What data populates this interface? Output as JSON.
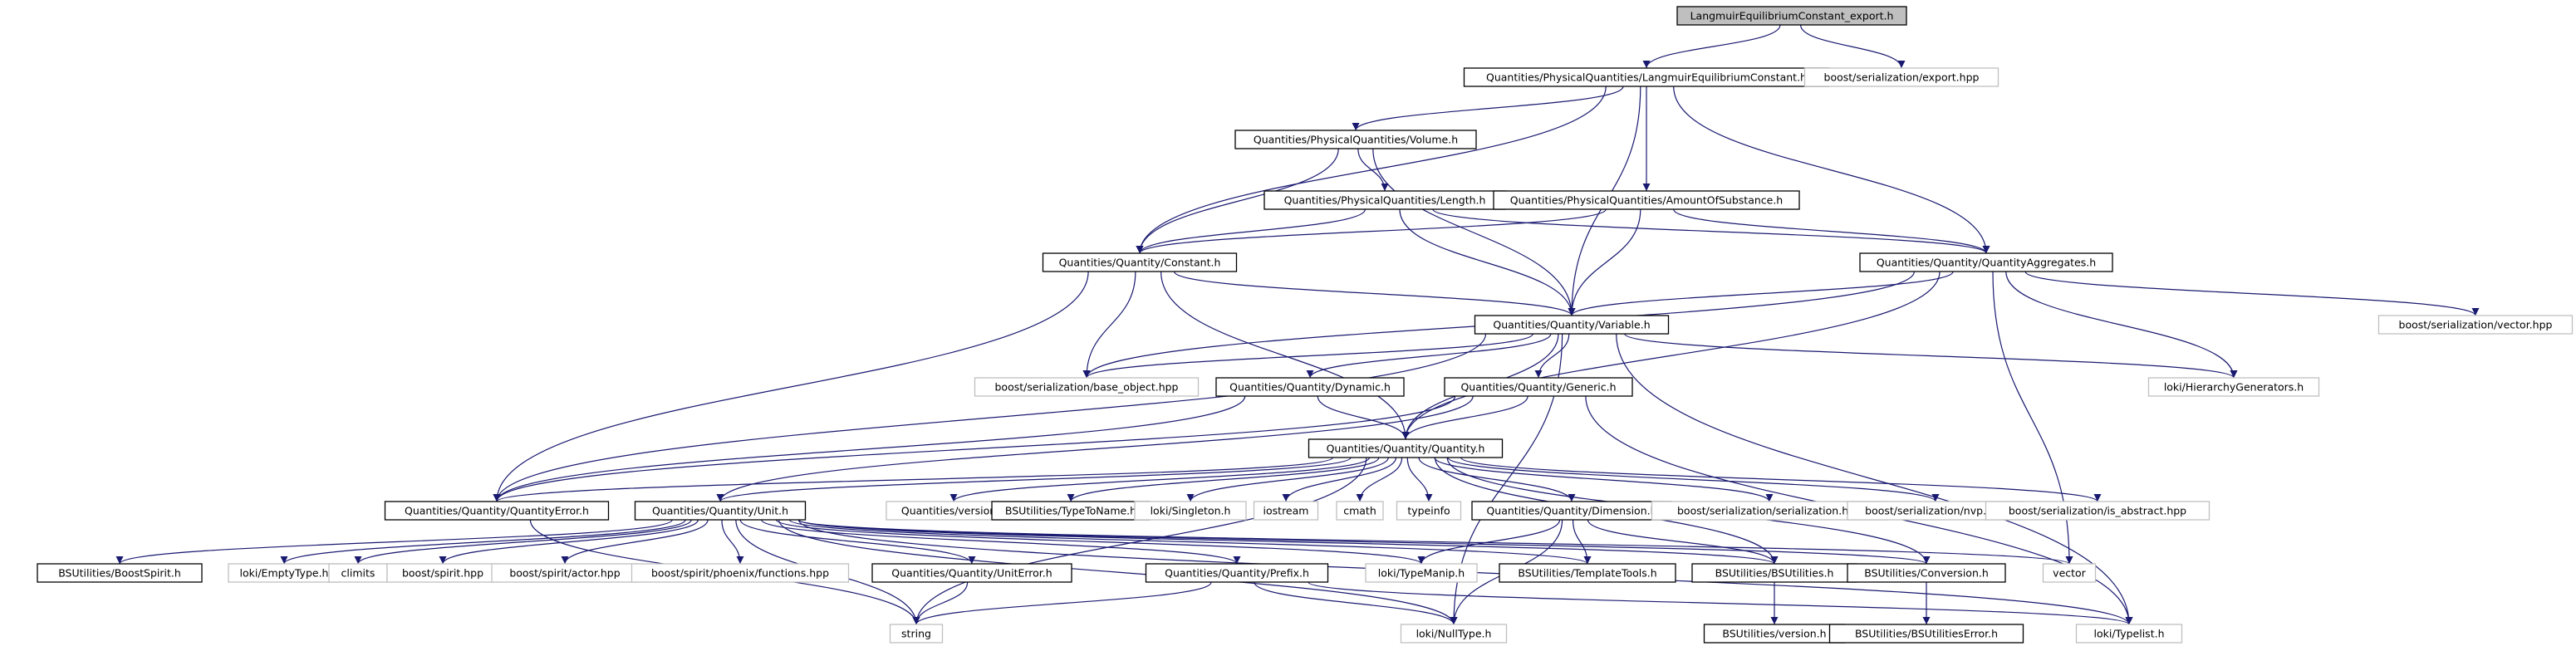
{
  "colors": {
    "edge": "#191970",
    "node_border": "#000000",
    "external_border": "#bfbfbf",
    "root_fill": "#bfbfbf",
    "node_fill": "#ffffff"
  },
  "nodes": [
    {
      "id": "root",
      "label": "LangmuirEquilibriumConstant_export.h",
      "style": "root"
    },
    {
      "id": "lec",
      "label": "Quantities/PhysicalQuantities/LangmuirEquilibriumConstant.h",
      "style": "normal"
    },
    {
      "id": "exporthpp",
      "label": "boost/serialization/export.hpp",
      "style": "external"
    },
    {
      "id": "volume",
      "label": "Quantities/PhysicalQuantities/Volume.h",
      "style": "normal"
    },
    {
      "id": "length",
      "label": "Quantities/PhysicalQuantities/Length.h",
      "style": "normal"
    },
    {
      "id": "amount",
      "label": "Quantities/PhysicalQuantities/AmountOfSubstance.h",
      "style": "normal"
    },
    {
      "id": "constant",
      "label": "Quantities/Quantity/Constant.h",
      "style": "normal"
    },
    {
      "id": "aggregates",
      "label": "Quantities/Quantity/QuantityAggregates.h",
      "style": "normal"
    },
    {
      "id": "vectorhpp",
      "label": "boost/serialization/vector.hpp",
      "style": "external"
    },
    {
      "id": "variable",
      "label": "Quantities/Quantity/Variable.h",
      "style": "normal"
    },
    {
      "id": "baseobject",
      "label": "boost/serialization/base_object.hpp",
      "style": "external"
    },
    {
      "id": "dynamic",
      "label": "Quantities/Quantity/Dynamic.h",
      "style": "normal"
    },
    {
      "id": "generic",
      "label": "Quantities/Quantity/Generic.h",
      "style": "normal"
    },
    {
      "id": "hiergen",
      "label": "loki/HierarchyGenerators.h",
      "style": "external"
    },
    {
      "id": "quantity",
      "label": "Quantities/Quantity/Quantity.h",
      "style": "normal"
    },
    {
      "id": "qerror",
      "label": "Quantities/Quantity/QuantityError.h",
      "style": "normal"
    },
    {
      "id": "unit",
      "label": "Quantities/Quantity/Unit.h",
      "style": "normal"
    },
    {
      "id": "qversion",
      "label": "Quantities/version.h",
      "style": "external"
    },
    {
      "id": "typetoname",
      "label": "BSUtilities/TypeToName.h",
      "style": "normal"
    },
    {
      "id": "singleton",
      "label": "loki/Singleton.h",
      "style": "external"
    },
    {
      "id": "iostream",
      "label": "iostream",
      "style": "external"
    },
    {
      "id": "cmath",
      "label": "cmath",
      "style": "external"
    },
    {
      "id": "typeinfo",
      "label": "typeinfo",
      "style": "external"
    },
    {
      "id": "dimension",
      "label": "Quantities/Quantity/Dimension.h",
      "style": "normal"
    },
    {
      "id": "serialization",
      "label": "boost/serialization/serialization.hpp",
      "style": "external"
    },
    {
      "id": "nvp",
      "label": "boost/serialization/nvp.hpp",
      "style": "external"
    },
    {
      "id": "isabstract",
      "label": "boost/serialization/is_abstract.hpp",
      "style": "external"
    },
    {
      "id": "boostspirit",
      "label": "BSUtilities/BoostSpirit.h",
      "style": "normal"
    },
    {
      "id": "emptytype",
      "label": "loki/EmptyType.h",
      "style": "external"
    },
    {
      "id": "climits",
      "label": "climits",
      "style": "external"
    },
    {
      "id": "spirithpp",
      "label": "boost/spirit.hpp",
      "style": "external"
    },
    {
      "id": "actorhpp",
      "label": "boost/spirit/actor.hpp",
      "style": "external"
    },
    {
      "id": "phoenix",
      "label": "boost/spirit/phoenix/functions.hpp",
      "style": "external"
    },
    {
      "id": "uniterror",
      "label": "Quantities/Quantity/UnitError.h",
      "style": "normal"
    },
    {
      "id": "prefix",
      "label": "Quantities/Quantity/Prefix.h",
      "style": "normal"
    },
    {
      "id": "typemanip",
      "label": "loki/TypeManip.h",
      "style": "external"
    },
    {
      "id": "templatetools",
      "label": "BSUtilities/TemplateTools.h",
      "style": "normal"
    },
    {
      "id": "bsutilities",
      "label": "BSUtilities/BSUtilities.h",
      "style": "normal"
    },
    {
      "id": "conversion",
      "label": "BSUtilities/Conversion.h",
      "style": "normal"
    },
    {
      "id": "vector",
      "label": "vector",
      "style": "external"
    },
    {
      "id": "string",
      "label": "string",
      "style": "external"
    },
    {
      "id": "nulltype",
      "label": "loki/NullType.h",
      "style": "external"
    },
    {
      "id": "typelist",
      "label": "loki/Typelist.h",
      "style": "external"
    },
    {
      "id": "bsversion",
      "label": "BSUtilities/version.h",
      "style": "normal"
    },
    {
      "id": "bserror",
      "label": "BSUtilities/BSUtilitiesError.h",
      "style": "normal"
    }
  ],
  "edges": [
    [
      "root",
      "lec"
    ],
    [
      "root",
      "exporthpp"
    ],
    [
      "lec",
      "volume"
    ],
    [
      "lec",
      "amount"
    ],
    [
      "lec",
      "constant"
    ],
    [
      "lec",
      "variable"
    ],
    [
      "lec",
      "aggregates"
    ],
    [
      "volume",
      "length"
    ],
    [
      "volume",
      "constant"
    ],
    [
      "volume",
      "variable"
    ],
    [
      "length",
      "constant"
    ],
    [
      "length",
      "variable"
    ],
    [
      "length",
      "aggregates"
    ],
    [
      "amount",
      "constant"
    ],
    [
      "amount",
      "variable"
    ],
    [
      "amount",
      "aggregates"
    ],
    [
      "constant",
      "variable"
    ],
    [
      "constant",
      "baseobject"
    ],
    [
      "constant",
      "quantity"
    ],
    [
      "constant",
      "qerror"
    ],
    [
      "aggregates",
      "variable"
    ],
    [
      "aggregates",
      "baseobject"
    ],
    [
      "aggregates",
      "vectorhpp"
    ],
    [
      "aggregates",
      "hiergen"
    ],
    [
      "aggregates",
      "quantity"
    ],
    [
      "aggregates",
      "vector"
    ],
    [
      "variable",
      "baseobject"
    ],
    [
      "variable",
      "dynamic"
    ],
    [
      "variable",
      "generic"
    ],
    [
      "variable",
      "quantity"
    ],
    [
      "variable",
      "hiergen"
    ],
    [
      "variable",
      "qerror"
    ],
    [
      "variable",
      "nulltype"
    ],
    [
      "variable",
      "typelist"
    ],
    [
      "dynamic",
      "quantity"
    ],
    [
      "dynamic",
      "qerror"
    ],
    [
      "generic",
      "quantity"
    ],
    [
      "generic",
      "unit"
    ],
    [
      "generic",
      "qerror"
    ],
    [
      "generic",
      "typelist"
    ],
    [
      "quantity",
      "qerror"
    ],
    [
      "quantity",
      "unit"
    ],
    [
      "quantity",
      "qversion"
    ],
    [
      "quantity",
      "typetoname"
    ],
    [
      "quantity",
      "singleton"
    ],
    [
      "quantity",
      "iostream"
    ],
    [
      "quantity",
      "cmath"
    ],
    [
      "quantity",
      "typeinfo"
    ],
    [
      "quantity",
      "dimension"
    ],
    [
      "quantity",
      "serialization"
    ],
    [
      "quantity",
      "nvp"
    ],
    [
      "quantity",
      "isabstract"
    ],
    [
      "quantity",
      "bsutilities"
    ],
    [
      "quantity",
      "conversion"
    ],
    [
      "quantity",
      "string"
    ],
    [
      "qerror",
      "string"
    ],
    [
      "unit",
      "boostspirit"
    ],
    [
      "unit",
      "emptytype"
    ],
    [
      "unit",
      "climits"
    ],
    [
      "unit",
      "spirithpp"
    ],
    [
      "unit",
      "actorhpp"
    ],
    [
      "unit",
      "phoenix"
    ],
    [
      "unit",
      "uniterror"
    ],
    [
      "unit",
      "prefix"
    ],
    [
      "unit",
      "typemanip"
    ],
    [
      "unit",
      "templatetools"
    ],
    [
      "unit",
      "bsutilities"
    ],
    [
      "unit",
      "conversion"
    ],
    [
      "unit",
      "vector"
    ],
    [
      "unit",
      "string"
    ],
    [
      "unit",
      "nulltype"
    ],
    [
      "unit",
      "typelist"
    ],
    [
      "dimension",
      "typemanip"
    ],
    [
      "dimension",
      "templatetools"
    ],
    [
      "dimension",
      "bsutilities"
    ],
    [
      "dimension",
      "nulltype"
    ],
    [
      "uniterror",
      "string"
    ],
    [
      "prefix",
      "string"
    ],
    [
      "prefix",
      "nulltype"
    ],
    [
      "prefix",
      "typelist"
    ],
    [
      "bsutilities",
      "bsversion"
    ],
    [
      "conversion",
      "bserror"
    ]
  ]
}
